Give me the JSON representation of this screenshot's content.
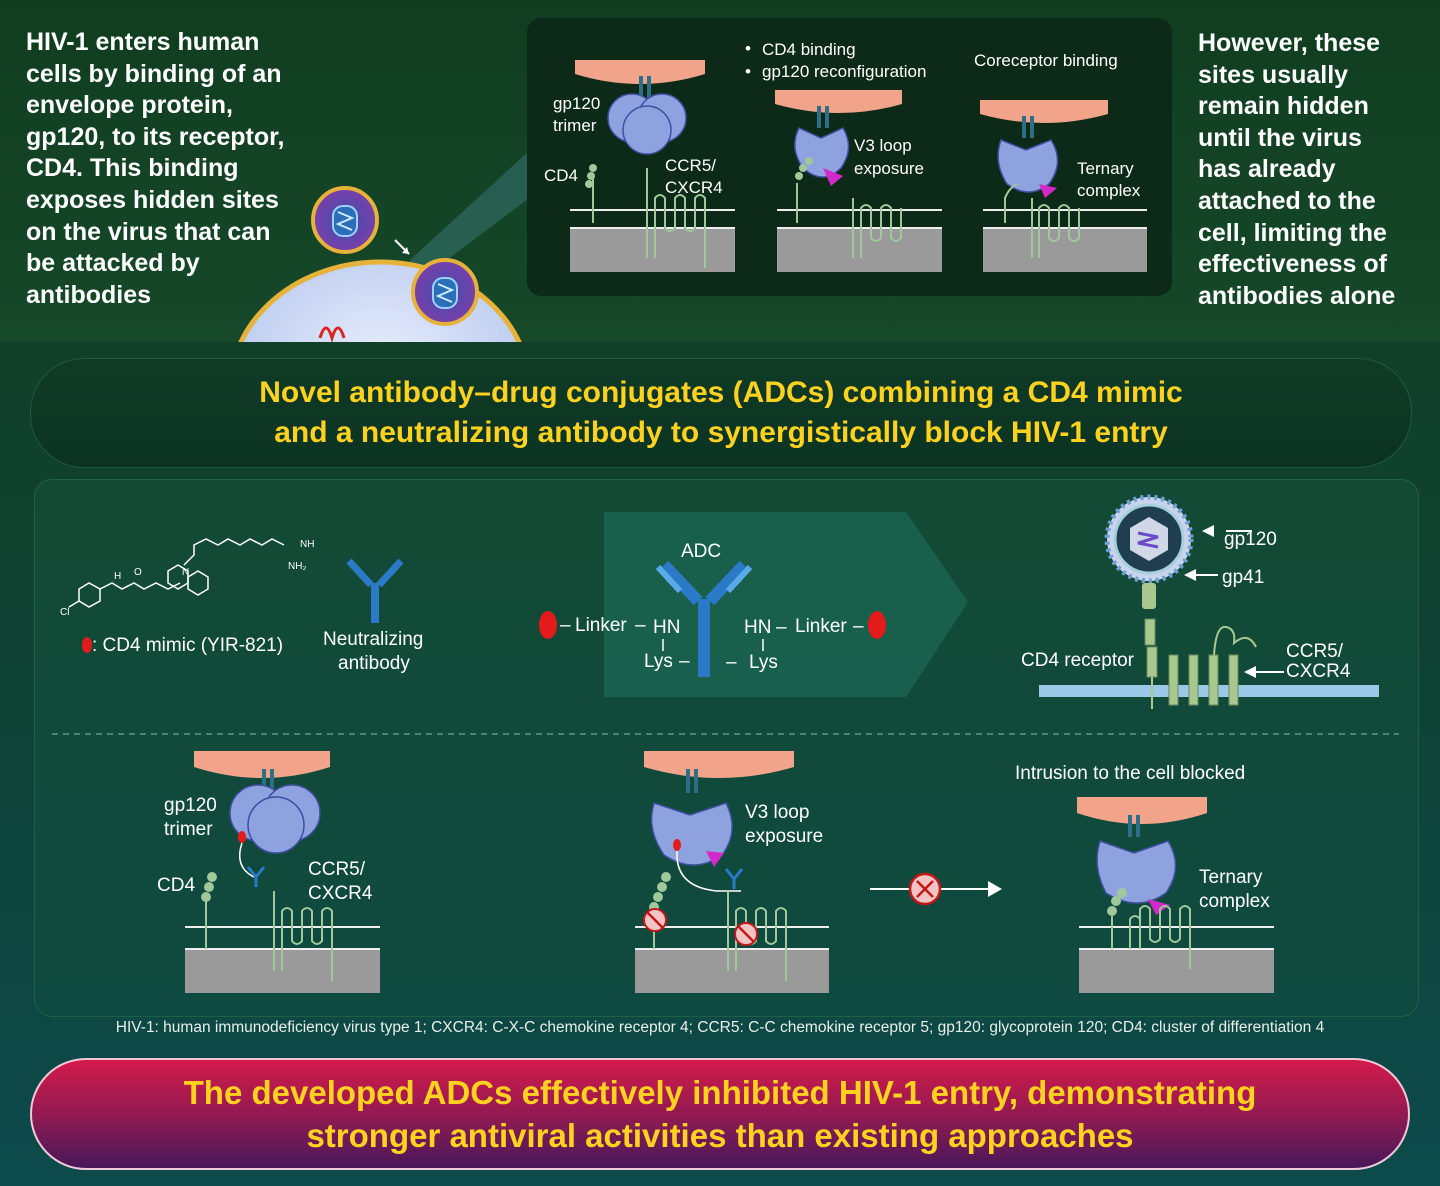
{
  "intro": {
    "left_lines": [
      "HIV-1 enters human",
      "cells by binding of an",
      "envelope protein,",
      "gp120, to its receptor,",
      "CD4. This binding",
      "exposes hidden sites",
      "on the virus that can",
      "be attacked by",
      "antibodies"
    ],
    "right_lines": [
      "However, these",
      "sites usually",
      "remain hidden",
      "until the virus",
      "has already",
      "attached to the",
      "cell, limiting the",
      "effectiveness of",
      "antibodies alone"
    ]
  },
  "top_panel": {
    "step1": {
      "gp120_line1": "gp120",
      "gp120_line2": "trimer",
      "cd4": "CD4",
      "ccr5": "CCR5/",
      "cxcr4": "CXCR4"
    },
    "step2": {
      "bullet1": "CD4 binding",
      "bullet2": "gp120 reconfiguration",
      "v3_line1": "V3 loop",
      "v3_line2": "exposure"
    },
    "step3": {
      "title": "Coreceptor binding",
      "ternary_line1": "Ternary",
      "ternary_line2": "complex"
    }
  },
  "banner": {
    "line1": "Novel antibody–drug conjugates (ADCs) combining a CD4 mimic",
    "line2": "and a neutralizing antibody to synergistically block HIV-1 entry"
  },
  "components": {
    "mimic_label": ": CD4 mimic (YIR-821)",
    "antibody_line1": "Neutralizing",
    "antibody_line2": "antibody",
    "molecule": {
      "nh": "NH",
      "nh2": "NH₂",
      "n": "N",
      "cl": "Cl",
      "h": "H",
      "o": "O"
    }
  },
  "adc": {
    "title": "ADC",
    "linker": "Linker",
    "hn": "HN",
    "lys": "Lys"
  },
  "virus_labels": {
    "gp120": "gp120",
    "gp41": "gp41",
    "cd4_receptor": "CD4 receptor",
    "ccr5": "CCR5/",
    "cxcr4": "CXCR4"
  },
  "mechanism": {
    "step1": {
      "gp120_line1": "gp120",
      "gp120_line2": "trimer",
      "cd4": "CD4",
      "ccr5": "CCR5/",
      "cxcr4": "CXCR4"
    },
    "step2": {
      "v3_line1": "V3 loop",
      "v3_line2": "exposure"
    },
    "step3": {
      "title": "Intrusion to the cell blocked",
      "ternary_line1": "Ternary",
      "ternary_line2": "complex"
    }
  },
  "footnote": "HIV-1: human immunodeficiency virus type 1; CXCR4: C-X-C chemokine receptor 4; CCR5: C-C chemokine receptor 5; gp120: glycoprotein 120; CD4: cluster of differentiation 4",
  "conclusion": {
    "line1": "The developed ADCs effectively inhibited HIV-1 entry, demonstrating",
    "line2": "stronger antiviral activities than existing approaches"
  }
}
